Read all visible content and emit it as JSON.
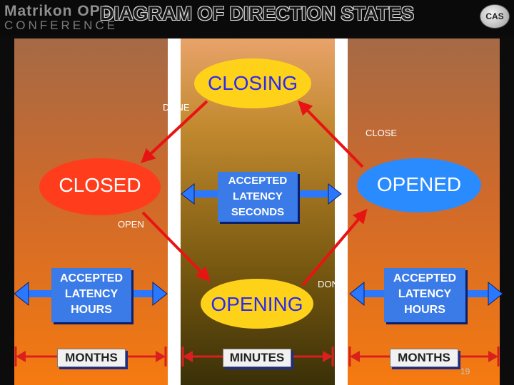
{
  "header": {
    "logo_line1": "Matrikon OPC",
    "logo_line2": "CONFERENCE",
    "title": "DIAGRAM OF DIRECTION STATES",
    "badge": "CAS"
  },
  "states": {
    "closing": "CLOSING",
    "closed": "CLOSED",
    "opened": "OPENED",
    "opening": "OPENING"
  },
  "transitions": {
    "done_top": "DONE",
    "close": "CLOSE",
    "open": "OPEN",
    "done_right": "DONE"
  },
  "latency_boxes": {
    "center": [
      "ACCEPTED",
      "LATENCY",
      "SECONDS"
    ],
    "left": [
      "ACCEPTED",
      "LATENCY",
      "HOURS"
    ],
    "right": [
      "ACCEPTED",
      "LATENCY",
      "HOURS"
    ]
  },
  "timescales": {
    "left": "MONTHS",
    "middle": "MINUTES",
    "right": "MONTHS"
  },
  "footer": {
    "page_number": "19"
  },
  "colors": {
    "closing": "#ffd21a",
    "opening": "#ffd21a",
    "closed": "#ff3c1c",
    "opened": "#2a8bff",
    "arrow": "#e81414",
    "latency_arrow": "#2a78ff",
    "timescale_arrow": "#d9201e"
  }
}
